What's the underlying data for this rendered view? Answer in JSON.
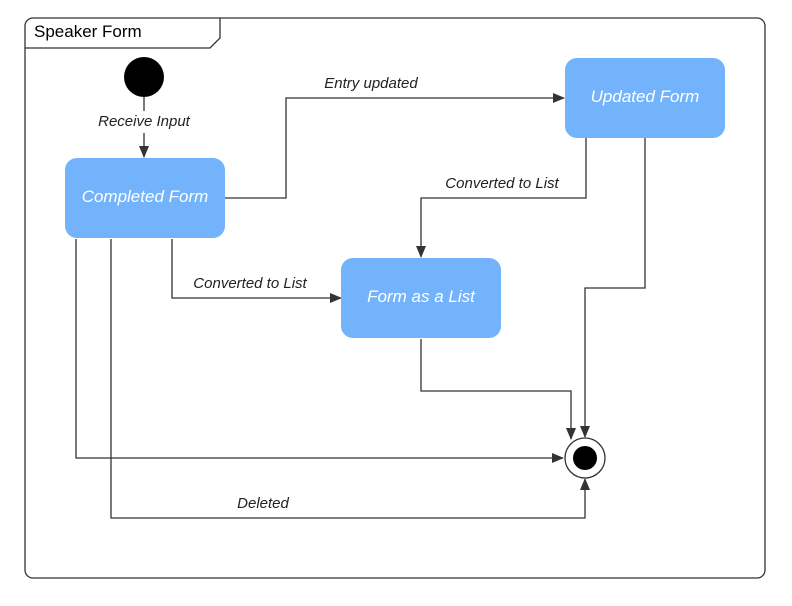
{
  "frame": {
    "title": "Speaker Form"
  },
  "states": {
    "completed_form": "Completed Form",
    "updated_form": "Updated Form",
    "form_as_list": "Form as a List"
  },
  "transitions": {
    "receive_input": "Receive Input",
    "entry_updated": "Entry updated",
    "converted_to_list_from_updated": "Converted to List",
    "converted_to_list_from_completed": "Converted to List",
    "deleted": "Deleted"
  },
  "colors": {
    "state_fill": "#73b3fb",
    "state_text": "#ffffff",
    "line": "#333333",
    "frame_border": "#333333",
    "node_fill": "#000000"
  }
}
